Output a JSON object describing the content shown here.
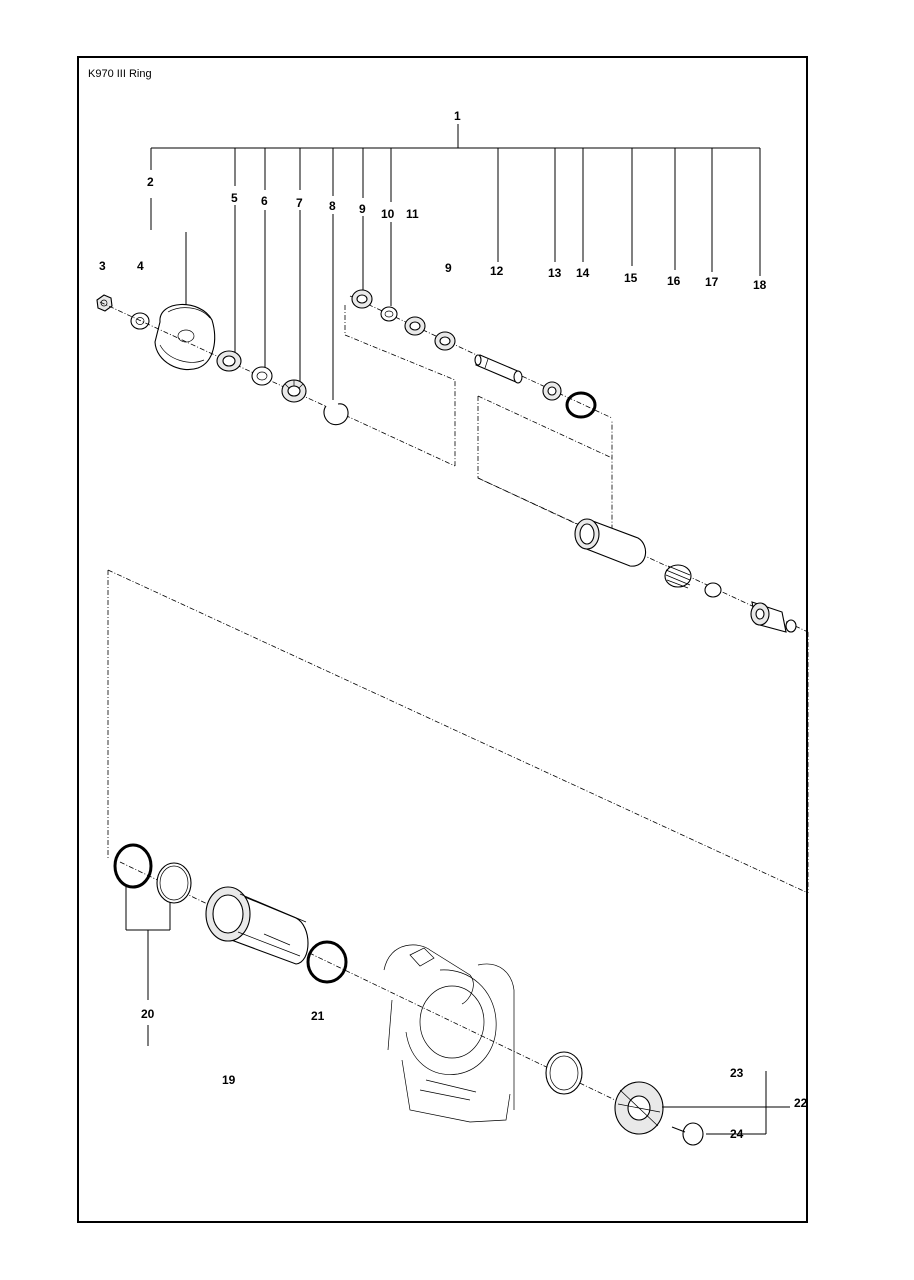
{
  "title": "K970 III Ring",
  "callouts": {
    "c1": "1",
    "c2": "2",
    "c3": "3",
    "c4": "4",
    "c5": "5",
    "c6": "6",
    "c7": "7",
    "c8": "8",
    "c9a": "9",
    "c9b": "9",
    "c10": "10",
    "c11": "11",
    "c12": "12",
    "c13": "13",
    "c14": "14",
    "c15": "15",
    "c16": "16",
    "c17": "17",
    "c18": "18",
    "c19": "19",
    "c20": "20",
    "c21": "21",
    "c22": "22",
    "c23": "23",
    "c24": "24"
  }
}
